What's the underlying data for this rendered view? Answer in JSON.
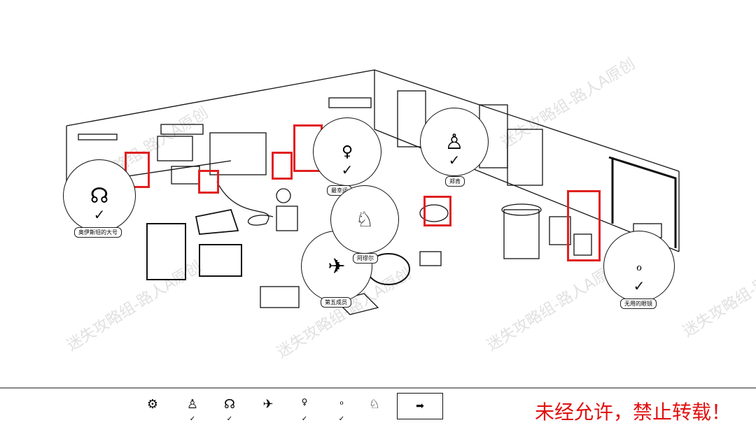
{
  "targets": [
    {
      "label": "奥伊斯坦的大号",
      "icon": "tuba",
      "found": true,
      "check": "✓"
    },
    {
      "label": "最幸运",
      "icon": "key",
      "found": true,
      "check": "✓"
    },
    {
      "label": "郑肯",
      "icon": "person",
      "found": true,
      "check": "✓"
    },
    {
      "label": "阿缪尔",
      "icon": "dancer",
      "found": false
    },
    {
      "label": "第五成员",
      "icon": "flying-person",
      "found": false
    },
    {
      "label": "无用的眼镜",
      "icon": "glasses",
      "found": true,
      "check": "✓"
    }
  ],
  "toolbar": {
    "settings_icon": "⚙",
    "items": [
      {
        "icon": "person",
        "glyph": "♙",
        "check": "✓"
      },
      {
        "icon": "tuba",
        "glyph": "☊",
        "check": "✓"
      },
      {
        "icon": "flying-person",
        "glyph": "✈",
        "check": ""
      },
      {
        "icon": "key",
        "glyph": "♀",
        "check": "✓"
      },
      {
        "icon": "glasses",
        "glyph": "ℴ",
        "check": "✓"
      },
      {
        "icon": "dancer",
        "glyph": "♘",
        "check": ""
      }
    ],
    "next_label": "➡"
  },
  "notice": "未经允许，禁止转载！",
  "watermark": "迷失攻略组-路人A原创",
  "colors": {
    "highlight": "#e02020",
    "notice": "#e01010"
  }
}
